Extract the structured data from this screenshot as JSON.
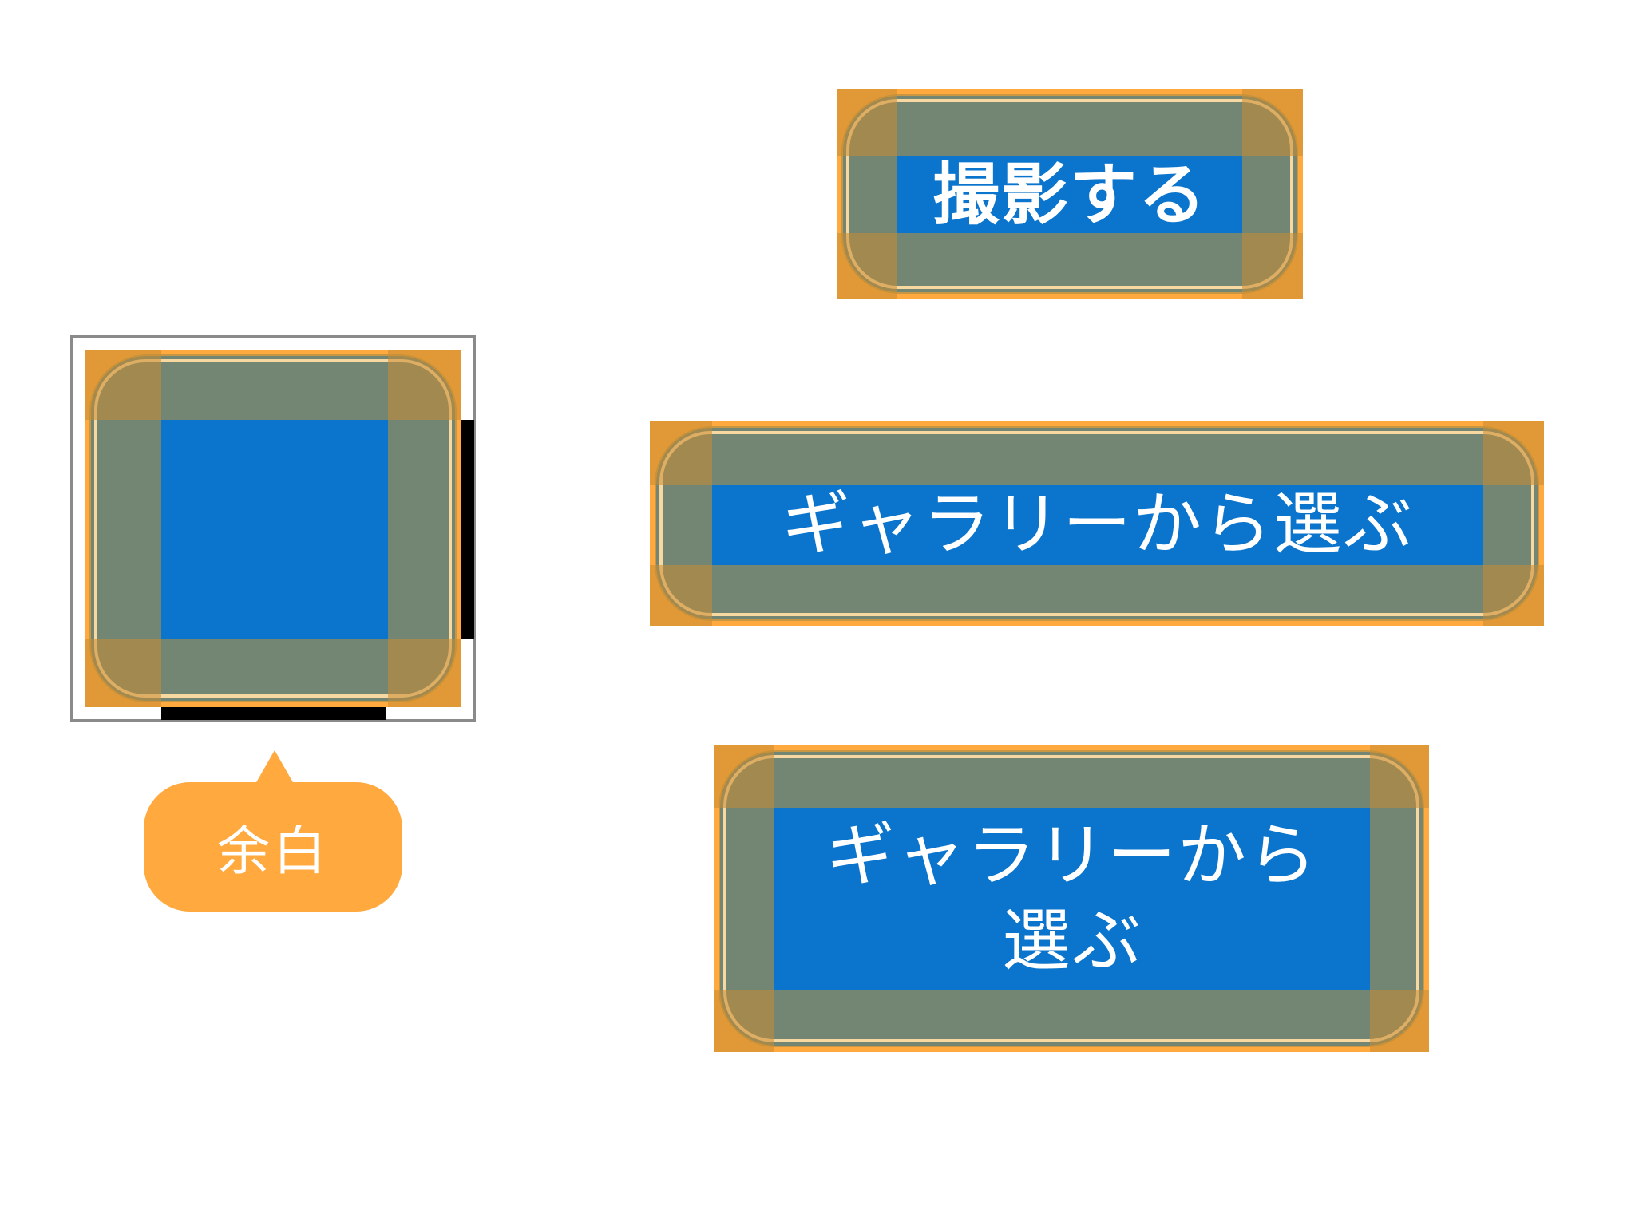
{
  "buttons": {
    "shoot_label": "撮影する",
    "gallery_label": "ギャラリーから選ぶ",
    "gallery_wrapped_line1": "ギャラリーから",
    "gallery_wrapped_line2": "選ぶ"
  },
  "callout": {
    "label": "余白"
  },
  "colors": {
    "slice_corner": "#ffa93e",
    "slice_edge": "#738573",
    "slice_center": "#0b74cc",
    "margin_indicator": "#000000",
    "outline": "#8a8a8a"
  }
}
